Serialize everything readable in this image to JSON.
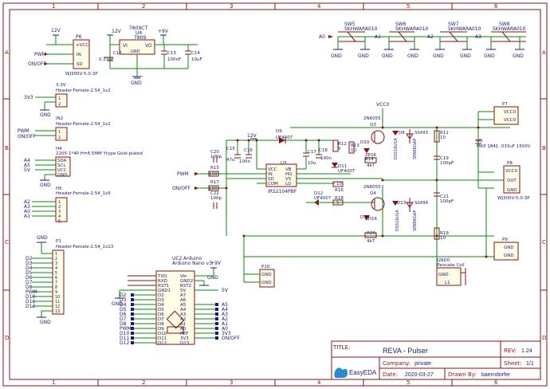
{
  "frame": {
    "cols": [
      "1",
      "2",
      "3",
      "4",
      "5",
      "6"
    ],
    "rows": [
      "A",
      "B",
      "C",
      "D"
    ]
  },
  "labels": {
    "p6": {
      "ref": "P6",
      "value": "WJ300V-5.0-3P",
      "pins": [
        "+VCC",
        "IN",
        "SD"
      ],
      "nets": [
        "12V",
        "PWM",
        "ON/OFF"
      ]
    },
    "reg": {
      "ref": "U4",
      "part": "7809CT",
      "value": "7809",
      "vi": "VI",
      "vo": "VO",
      "gnd": "GND",
      "in_net": "12V",
      "out_net": "+9V"
    },
    "c12": {
      "ref": "C12",
      "value": "0.33uF"
    },
    "c13": {
      "ref": "C13",
      "value": "100nF"
    },
    "c14": {
      "ref": "C14",
      "value": "10uF"
    },
    "h33": {
      "title": "3.3V",
      "value": "Header-Female-2.54_1x2",
      "net": "3V3"
    },
    "in2": {
      "ref": "IN2",
      "value": "Header-Female-2.54_1x2",
      "nets": [
        "PWM",
        "ON/OFF"
      ]
    },
    "h4": {
      "ref": "H4",
      "value": "2205-1*4P H=8.5MM Ytype Gold-plated",
      "nets": [
        "A4",
        "A5",
        "5V",
        "GND"
      ],
      "pins": [
        "SDA",
        "SCL",
        "VCC",
        "GND"
      ]
    },
    "h5": {
      "ref": "H5",
      "value": "Header-Female-2.54_1x5",
      "nets": [
        "A2",
        "A3",
        "A0",
        "A1"
      ]
    },
    "p1": {
      "ref": "P1",
      "value": "Header-Female-2.54_1x13",
      "nets": [
        "D2",
        "D3",
        "D4",
        "D5",
        "D6",
        "D7",
        "D8",
        "PWM",
        "D10",
        "D11",
        "D12"
      ]
    },
    "uc2": {
      "ref": "UC2",
      "value": "Arduino Nano v3",
      "title": "Arduino",
      "left_pins": [
        "TXD",
        "RXD",
        "RST1",
        "GND1",
        "D2",
        "D3",
        "D4",
        "D5",
        "D6",
        "D7",
        "D8",
        "D9",
        "D10",
        "D11",
        "D12"
      ],
      "right_pins": [
        "Vin",
        "GND2",
        "RST2",
        "5V",
        "A7",
        "A6",
        "A5",
        "A4",
        "A3",
        "A2",
        "A1",
        "A0",
        "REF",
        "3V3",
        "D13"
      ],
      "left_nets": [
        "D2",
        "D3",
        "D4",
        "D5",
        "D6",
        "D7",
        "D8",
        "PWM",
        "D10",
        "D11",
        "D12"
      ],
      "right_nets": [
        "+9V",
        "5V",
        "A5",
        "A4",
        "A3",
        "A2",
        "A1",
        "A0",
        "3V3",
        "ON/OFF"
      ]
    },
    "sw": [
      {
        "ref": "SW5",
        "value": "SKHWARA010",
        "net": "A0"
      },
      {
        "ref": "SW6",
        "value": "SKHWARA010",
        "net": "A1"
      },
      {
        "ref": "SW7",
        "value": "SKHWARA010",
        "net": "A2"
      },
      {
        "ref": "SW8",
        "value": "SKHWARA010",
        "net": "A3"
      }
    ],
    "gnd": "GND",
    "u3": {
      "ref": "U3",
      "value": "IRS2104PBF",
      "pins_l": [
        "VCC",
        "IN",
        "SD",
        "COM"
      ],
      "pins_r": [
        "VB",
        "HO",
        "VS",
        "LO"
      ]
    },
    "d9": {
      "ref": "D9",
      "value": "UF4007"
    },
    "d11": {
      "ref": "D11",
      "value": "UF4007"
    },
    "d12": {
      "ref": "D12",
      "value": "UF4007"
    },
    "c15": {
      "ref": "C15",
      "value": "47u"
    },
    "c16": {
      "ref": "C16",
      "value": "100n"
    },
    "c17": {
      "ref": "C17",
      "value": "10u"
    },
    "c18": {
      "ref": "C18",
      "value": "100n"
    },
    "c19": {
      "ref": "C19",
      "value": "100pF"
    },
    "c20": {
      "ref": "C20",
      "value": "100p"
    },
    "c21": {
      "ref": "C21",
      "value": "100pF"
    },
    "c22": {
      "ref": "C22",
      "value": "100p"
    },
    "r11": {
      "ref": "R11",
      "value": "10"
    },
    "r12": {
      "ref": "R12",
      "value": "5"
    },
    "r13": {
      "ref": "R13",
      "value": "10"
    },
    "r14": {
      "ref": "R14",
      "value": "4k7"
    },
    "r15": {
      "ref": "R15",
      "value": "100"
    },
    "r16": {
      "ref": "R16",
      "value": "10"
    },
    "r17": {
      "ref": "R17",
      "value": "100"
    },
    "r18": {
      "ref": "R18",
      "value": "5"
    },
    "r19": {
      "ref": "R19",
      "value": "10"
    },
    "r20": {
      "ref": "R20",
      "value": "4k7"
    },
    "q3": {
      "ref": "Q3",
      "value": "2N6055"
    },
    "q4": {
      "ref": "Q4",
      "value": "2N6055"
    },
    "zd": {
      "z1": "ZD16",
      "z2": "ZP16",
      "ref1": "D10",
      "ref2": "D14",
      "ref3": "D8",
      "ref4": "D13",
      "dss": "DSS16U1A",
      "sg1": "SGHI3",
      "sg2": "SGHI4",
      "spark": "SPARKGAP"
    },
    "u5": {
      "ref": "U5",
      "value": "MKP 1841 .033uF 1500V"
    },
    "p7": {
      "ref": "P7",
      "pins": [
        "VCC0",
        "VCC0"
      ]
    },
    "p8": {
      "ref": "P8",
      "value": "WJ300V-5.0-3P",
      "pins": [
        "VCC0",
        "OUT",
        "GND"
      ]
    },
    "p9": {
      "ref": "P9",
      "pins": [
        "GND",
        "GND"
      ]
    },
    "p10": {
      "ref": "P10",
      "pins": [
        "GND",
        "GND"
      ]
    },
    "gnd0": {
      "ref": "GND0",
      "value": "Pancake Coil",
      "pins": [
        "GND",
        "L1"
      ]
    },
    "nets": {
      "vcc0": "VCC0",
      "n12": "12V",
      "pwm": "PWM",
      "onoff": "ON/OFF",
      "n9": "+9V",
      "n5": "5V",
      "n33": "3V3"
    }
  },
  "title_block": {
    "title_label": "TITLE:",
    "title": "REVA - Pulser",
    "rev_label": "REV:",
    "rev": "1.24",
    "company_label": "Company:",
    "company": "private",
    "sheet_label": "Sheet:",
    "sheet": "1/1",
    "date_label": "Date:",
    "date": "2020-03-27",
    "drawn_label": "Drawn By:",
    "drawn": "baerndorfer",
    "logo": "EasyEDA"
  }
}
